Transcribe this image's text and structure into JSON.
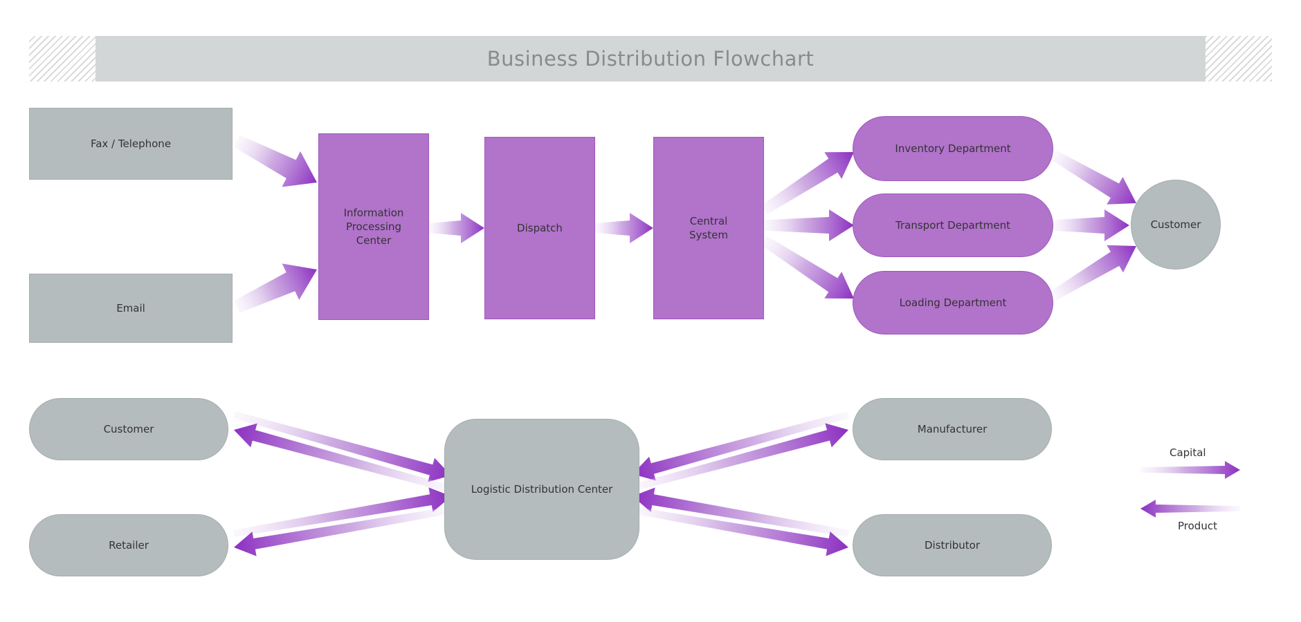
{
  "title": "Business Distribution Flowchart",
  "colors": {
    "node_gray": "#b5bcbd",
    "node_purple": "#b273cb",
    "arrow_tail": "#efe3f7",
    "arrow_mid": "#bd8fd8",
    "arrow_head": "#8c2fc1",
    "band_gray": "#d3d6d6",
    "title_text": "#8a8a8a",
    "label_text": "#333333"
  },
  "top_flow": {
    "inputs": [
      {
        "label": "Fax / Telephone"
      },
      {
        "label": "Email"
      }
    ],
    "stages": [
      {
        "label": "Information Processing Center"
      },
      {
        "label": "Dispatch"
      },
      {
        "label": "Central System"
      }
    ],
    "departments": [
      {
        "label": "Inventory Department"
      },
      {
        "label": "Transport Department"
      },
      {
        "label": "Loading Department"
      }
    ],
    "customer": {
      "label": "Customer"
    }
  },
  "bottom_flow": {
    "left_nodes": [
      {
        "label": "Customer"
      },
      {
        "label": "Retailer"
      }
    ],
    "center": {
      "label": "Logistic Distribution Center"
    },
    "right_nodes": [
      {
        "label": "Manufacturer"
      },
      {
        "label": "Distributor"
      }
    ]
  },
  "legend": {
    "capital_label": "Capital",
    "product_label": "Product"
  }
}
